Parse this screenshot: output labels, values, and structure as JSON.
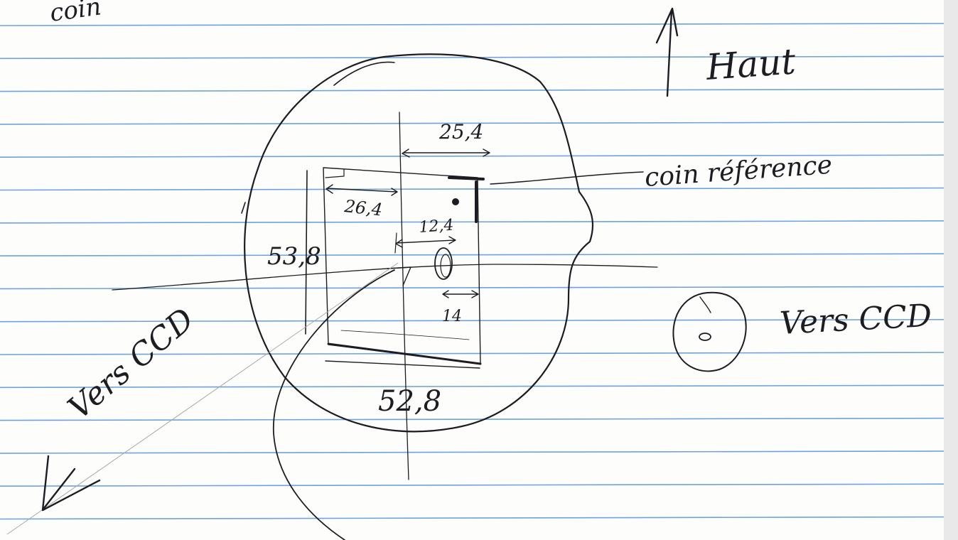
{
  "paper": {
    "ruled_line_color": "#6fa3d8",
    "ink_color": "#1c1c22",
    "background": "#fdfdfb"
  },
  "labels": {
    "top_corner_fragment": "coin",
    "haut": "Haut",
    "coin_reference": "coin référence",
    "vers_ccd_right": "Vers CCD",
    "vers_ccd_left": "Vers CCD"
  },
  "dimensions": {
    "top_right_offset": "25,4",
    "left_offset": "26,4",
    "center_offset": "12,4",
    "hole_offset": "14",
    "height": "53,8",
    "width": "52,8"
  }
}
